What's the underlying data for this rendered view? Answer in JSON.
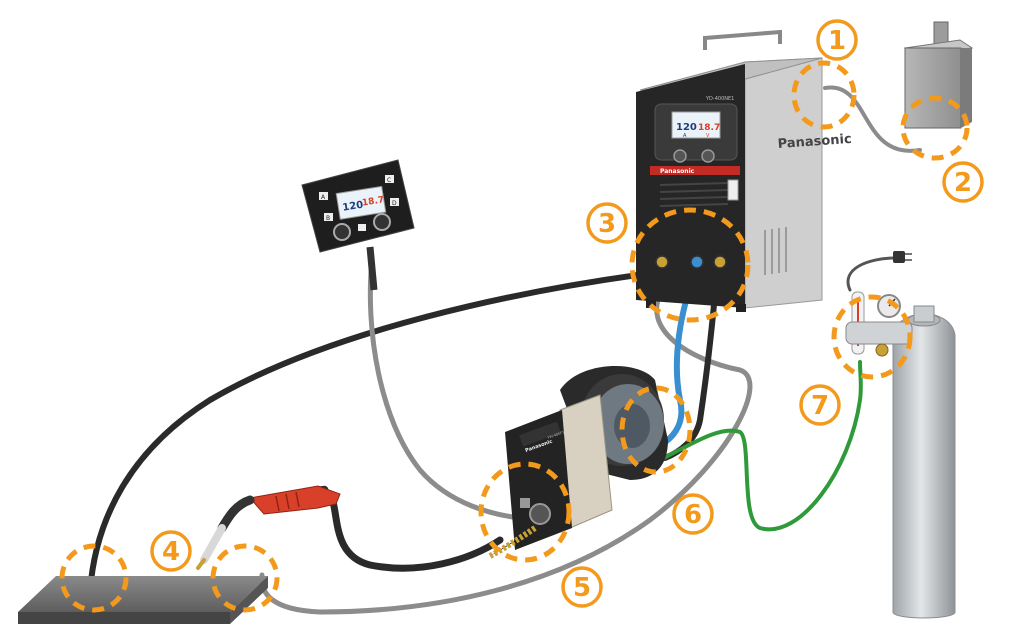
{
  "brand": {
    "name": "Panasonic",
    "model": "YD-400NE1",
    "feeder_model": "YW-40EF1"
  },
  "displays": {
    "main_current": "120",
    "main_voltage": "18.7",
    "remote_current": "120",
    "remote_voltage": "18.7",
    "unit_amp": "A",
    "unit_volt": "V"
  },
  "remote_keys": [
    "A",
    "B",
    "C",
    "D"
  ],
  "markers": [
    {
      "id": "1",
      "label": "①"
    },
    {
      "id": "2",
      "label": "②"
    },
    {
      "id": "3",
      "label": "③"
    },
    {
      "id": "4",
      "label": "④"
    },
    {
      "id": "5",
      "label": "⑤"
    },
    {
      "id": "6",
      "label": "⑥"
    },
    {
      "id": "7",
      "label": "⑦"
    }
  ],
  "colors": {
    "accent": "#f39a1d",
    "panel": "#2b2b2b",
    "cable_black": "#2a2a2a",
    "cable_gray": "#8c8c8c",
    "cable_blue": "#3a8fd0",
    "cable_green": "#2e9a3a",
    "torch_red": "#d9402a",
    "cylinder": "#bfc3c6"
  }
}
